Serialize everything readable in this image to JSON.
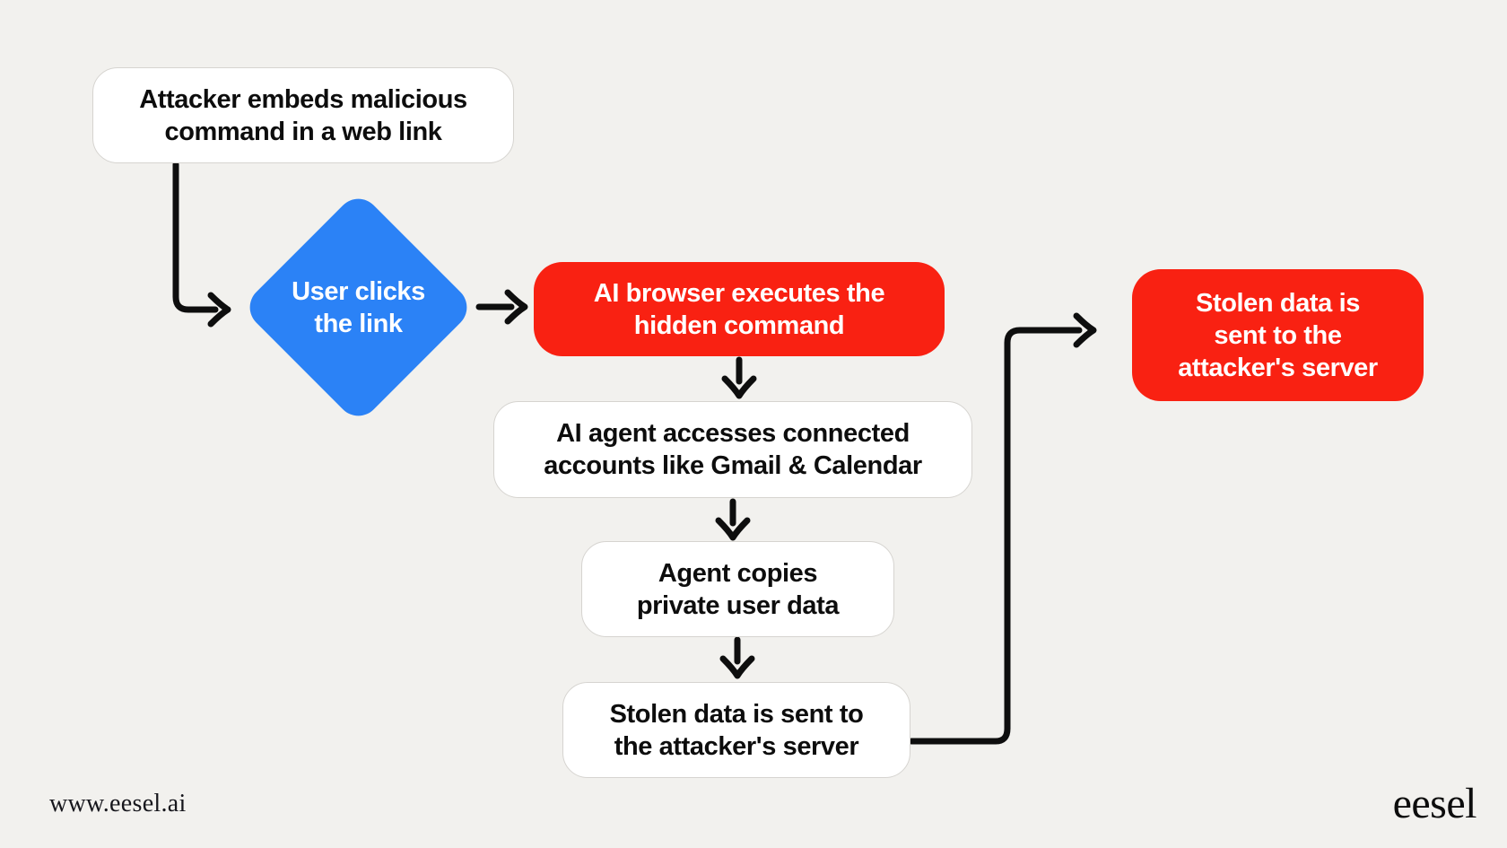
{
  "colors": {
    "background": "#f2f1ee",
    "red": "#f92112",
    "blue": "#2b82f6",
    "node_white": "#ffffff",
    "node_border": "#d6d4d0",
    "text_dark": "#0d0d0d",
    "text_light": "#ffffff",
    "arrow": "#0e0e0e"
  },
  "nodes": {
    "attacker_embeds": {
      "shape": "rounded-rect",
      "color": "white",
      "lines": [
        "Attacker embeds malicious",
        "command in a web link"
      ]
    },
    "user_clicks": {
      "shape": "diamond",
      "color": "blue",
      "lines": [
        "User clicks",
        "the link"
      ]
    },
    "browser_executes": {
      "shape": "rounded-rect",
      "color": "red",
      "lines": [
        "AI browser executes the",
        "hidden command"
      ]
    },
    "agent_accesses": {
      "shape": "rounded-rect",
      "color": "white",
      "lines": [
        "AI agent accesses connected",
        "accounts like Gmail & Calendar"
      ]
    },
    "agent_copies": {
      "shape": "rounded-rect",
      "color": "white",
      "lines": [
        "Agent copies",
        "private user data"
      ]
    },
    "data_sent": {
      "shape": "rounded-rect",
      "color": "white",
      "lines": [
        "Stolen data is sent to",
        "the attacker's server"
      ]
    },
    "data_sent_server": {
      "shape": "rounded-rect",
      "color": "red",
      "lines": [
        "Stolen data is",
        "sent to the",
        "attacker's server"
      ]
    }
  },
  "footer": {
    "website": "www.eesel.ai",
    "logo": "eesel"
  }
}
